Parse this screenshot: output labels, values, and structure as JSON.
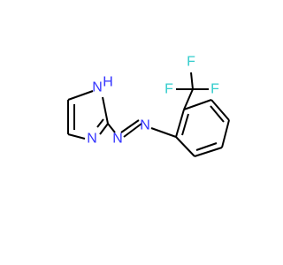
{
  "molecule": {
    "atoms": {
      "nh_label": "N",
      "h_label": "H",
      "n_ring_label": "N",
      "n_azo1_label": "N",
      "n_azo2_label": "N",
      "f1_label": "F",
      "f2_label": "F",
      "f3_label": "F"
    },
    "colors": {
      "bond": "#000000",
      "nitrogen": "#3333ff",
      "fluorine": "#33cccc"
    }
  }
}
